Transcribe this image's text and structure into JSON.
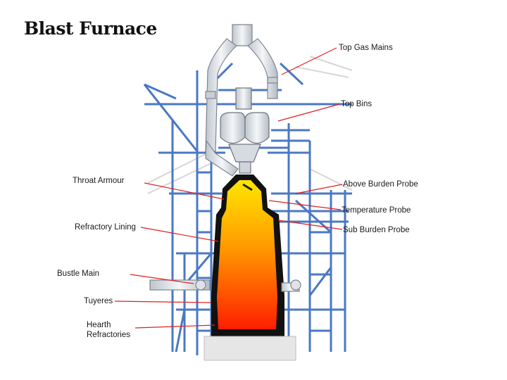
{
  "title": "Blast Furnace",
  "labels": {
    "top_gas_mains": "Top Gas Mains",
    "top_bins": "Top Bins",
    "throat_armour": "Throat Armour",
    "above_burden_probe": "Above Burden Probe",
    "temperature_probe": "Temperature Probe",
    "refractory_lining": "Refractory Lining",
    "sub_burden_probe": "Sub Burden Probe",
    "bustle_main": "Bustle Main",
    "tuyeres": "Tuyeres",
    "hearth_refractories_line1": "Hearth",
    "hearth_refractories_line2": "Refractories"
  },
  "colors": {
    "structure_blue": "#4a78c4",
    "leader_red": "#e02020",
    "furnace_shell": "#111111",
    "molten_top": "#ffe000",
    "molten_bottom": "#ff2a00",
    "pipe_gray": "#d9dde3"
  }
}
